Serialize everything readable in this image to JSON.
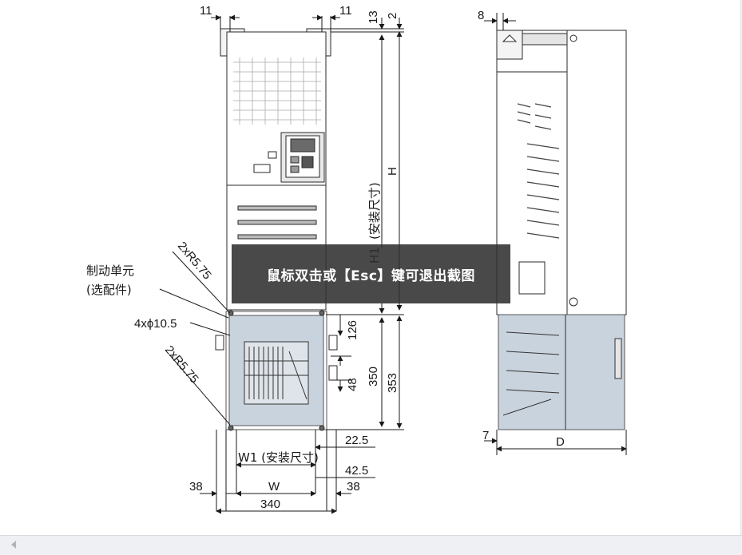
{
  "diagram": {
    "front_view": {
      "top_margin_left": "11",
      "top_margin_right": "11",
      "top_offset_a": "13",
      "top_offset_b": "2",
      "height_label": "H",
      "h1_label": "H1",
      "h1_note": "(安装尺寸)",
      "brake_unit_label": "制动单元",
      "brake_unit_note": "(选配件)",
      "radius_top": "2xR5.75",
      "holes": "4xϕ10.5",
      "radius_bottom": "2xR5.75",
      "dim_126": "126",
      "dim_48": "48",
      "dim_350": "350",
      "dim_353": "353",
      "dim_22_5": "22.5",
      "w1_label": "W1 (安装尺寸)",
      "dim_42_5": "42.5",
      "dim_38_left": "38",
      "w_label": "W",
      "dim_38_right": "38",
      "dim_340": "340"
    },
    "side_view": {
      "dim_8": "8",
      "dim_7": "7",
      "depth_label": "D"
    }
  },
  "overlay": {
    "message": "鼠标双击或【Esc】键可退出截图"
  },
  "icons": {
    "scroll_left": "chevron-left-icon"
  }
}
